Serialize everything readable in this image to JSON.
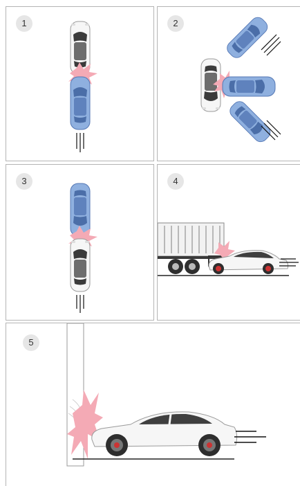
{
  "panels": [
    {
      "number": "1"
    },
    {
      "number": "2"
    },
    {
      "number": "3"
    },
    {
      "number": "4"
    },
    {
      "number": "5"
    }
  ],
  "colors": {
    "impact": "#f4aab5",
    "blue_car": "#86a6d8",
    "blue_car_stroke": "#5477b4",
    "white_car": "#f4f4f4",
    "glass": "#3a3a3a",
    "panel_border": "#b4b4b4"
  }
}
